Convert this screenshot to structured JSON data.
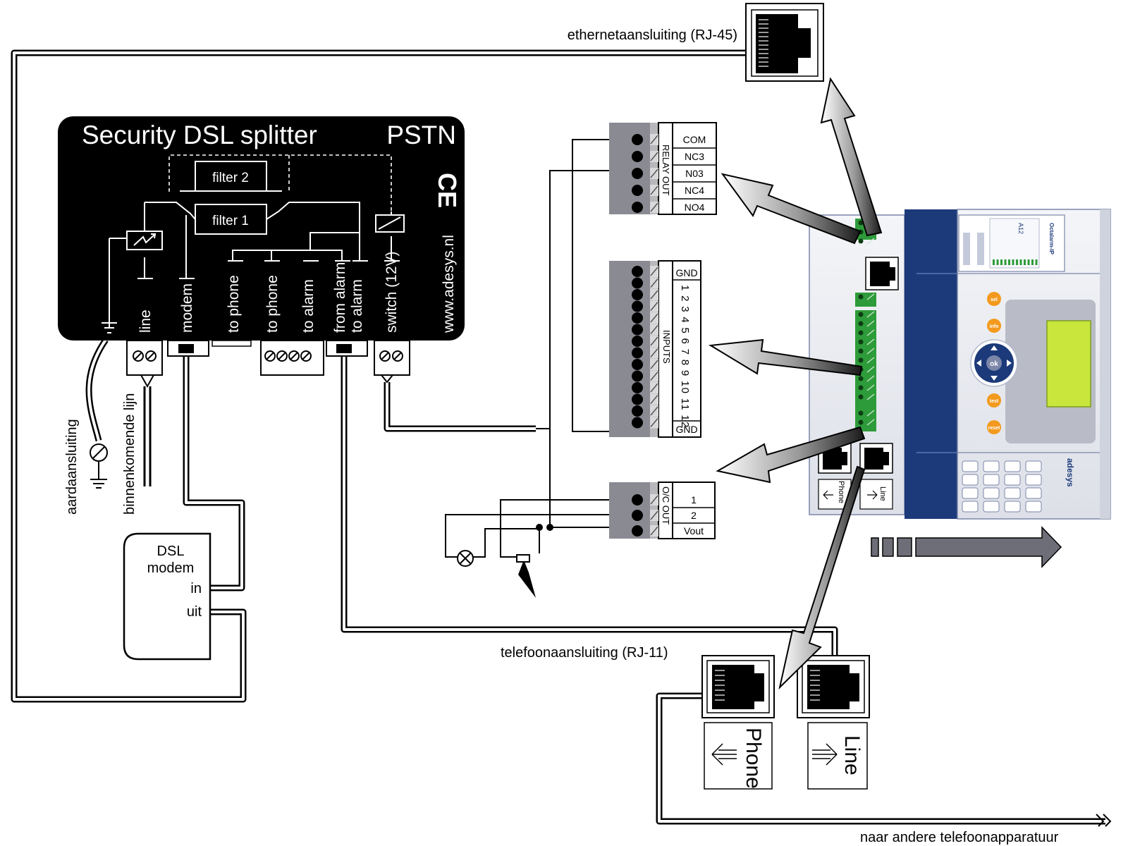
{
  "splitter": {
    "title": "Security DSL splitter",
    "pstn": "PSTN",
    "filter1": "filter 1",
    "filter2": "filter 2",
    "ce": "CE",
    "website": "www.adesys.nl",
    "labels": {
      "line": "line",
      "modem": "modem",
      "to_phone_1": "to phone",
      "to_phone_2": "to phone",
      "to_alarm_1": "to alarm",
      "from_alarm": "from alarm",
      "to_alarm_2": "to alarm",
      "switch": "switch (12V)"
    }
  },
  "labels": {
    "ethernet": "ethernetaansluiting (RJ-45)",
    "telephone": "telefoonaansluiting (RJ-11)",
    "other_phone": "naar andere telefoonapparatuur",
    "earth": "aardaansluiting",
    "incoming_line": "binnenkomende lijn"
  },
  "dsl_modem": {
    "title_1": "DSL",
    "title_2": "modem",
    "in": "in",
    "out": "uit"
  },
  "relay_block": {
    "side_label": "RELAY OUT",
    "terminals": [
      "COM",
      "NC3",
      "N03",
      "NC4",
      "NO4"
    ]
  },
  "inputs_block": {
    "side_label": "INPUTS",
    "top": "GND",
    "numbers": "1 2 3 4 5 6 7 8 9 10 11 12",
    "bottom": "GND"
  },
  "oc_block": {
    "side_label": "O/C OUT",
    "terminals": [
      "1",
      "2",
      "Vout"
    ]
  },
  "jacks": {
    "phone_label": "Phone",
    "line_label": "Line"
  },
  "device": {
    "brand": "adesys",
    "model": "Octalarm-IP",
    "module": "A12",
    "buttons": [
      "sel",
      "info",
      "ok",
      "test",
      "reset"
    ],
    "small_phone": "Phone",
    "small_line": "Line"
  },
  "colors": {
    "terminal_green": "#2e9b3a",
    "device_blue": "#1c3a7a",
    "lcd_green": "#c8e63c",
    "button_orange": "#f39a1e",
    "block_gray": "#8a8a93"
  }
}
